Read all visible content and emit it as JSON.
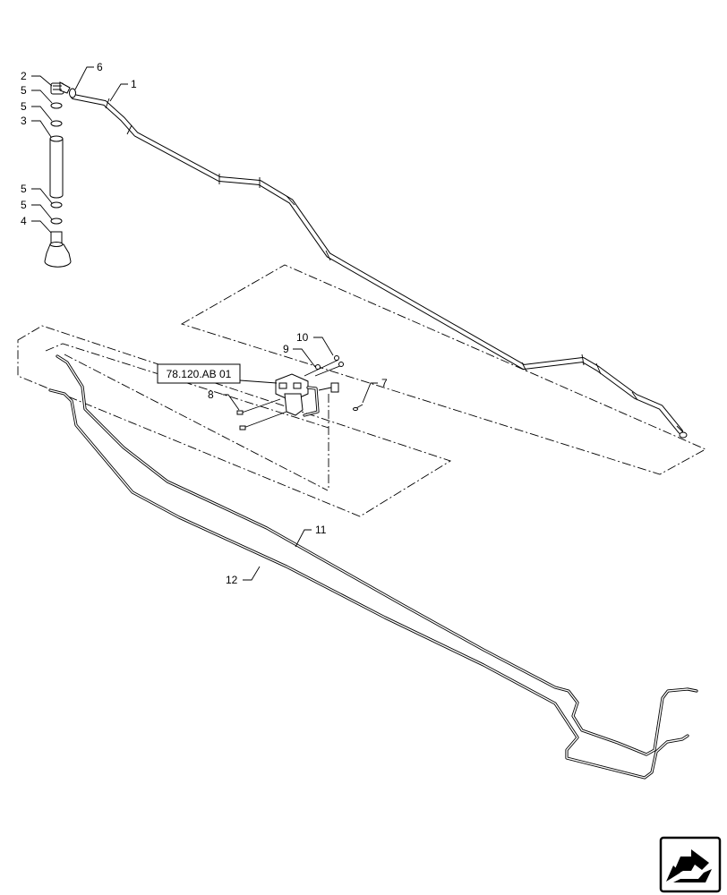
{
  "callouts": [
    {
      "id": "c1",
      "text": "1"
    },
    {
      "id": "c2",
      "text": "2"
    },
    {
      "id": "c3",
      "text": "3"
    },
    {
      "id": "c4",
      "text": "4"
    },
    {
      "id": "c5a",
      "text": "5"
    },
    {
      "id": "c5b",
      "text": "5"
    },
    {
      "id": "c5c",
      "text": "5"
    },
    {
      "id": "c5d",
      "text": "5"
    },
    {
      "id": "c6",
      "text": "6"
    },
    {
      "id": "c7",
      "text": "7"
    },
    {
      "id": "c8",
      "text": "8"
    },
    {
      "id": "c9",
      "text": "9"
    },
    {
      "id": "c10",
      "text": "10"
    },
    {
      "id": "c11",
      "text": "11"
    },
    {
      "id": "c12",
      "text": "12"
    }
  ],
  "reference": {
    "label": "78.120.AB 01"
  },
  "nav_icon": "next-page-arrow-icon"
}
